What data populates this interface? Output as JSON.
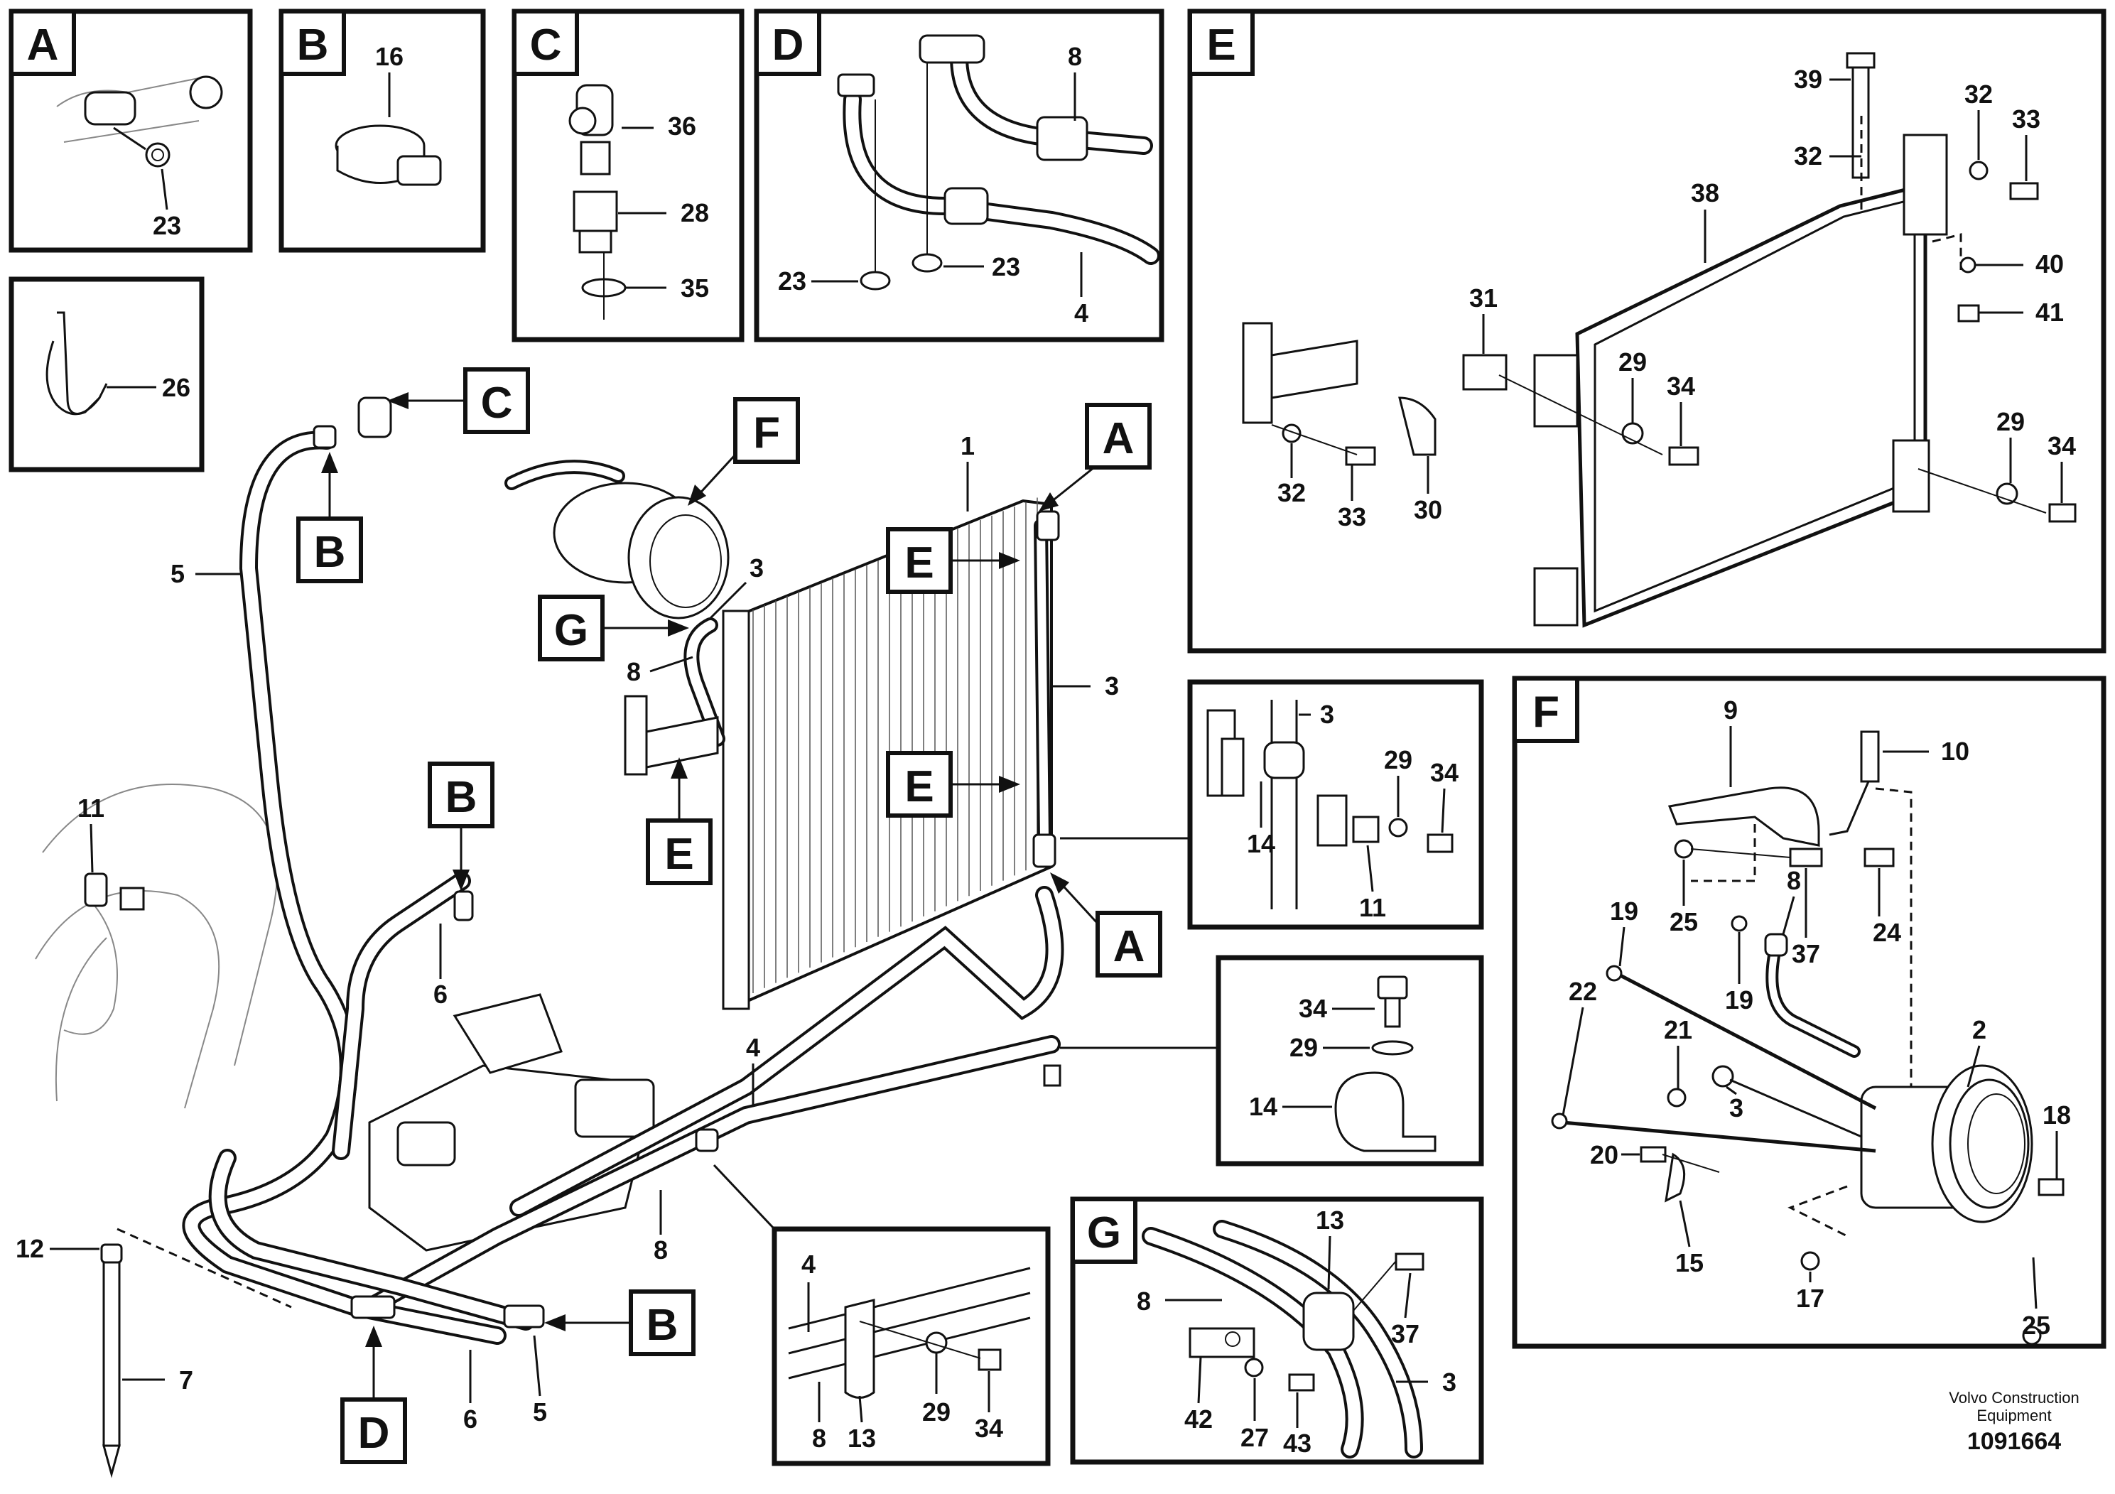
{
  "panels": {
    "A": {
      "tag": "A",
      "labels": [
        "23"
      ]
    },
    "B": {
      "tag": "B",
      "labels": [
        "16"
      ]
    },
    "C": {
      "tag": "C",
      "labels": [
        "36",
        "28",
        "35"
      ]
    },
    "D": {
      "tag": "D",
      "labels": [
        "8",
        "23",
        "23",
        "4"
      ]
    },
    "E": {
      "tag": "E",
      "labels": [
        "39",
        "32",
        "33",
        "32",
        "38",
        "40",
        "41",
        "31",
        "29",
        "34",
        "32",
        "33",
        "30",
        "29",
        "34"
      ]
    },
    "F": {
      "tag": "F",
      "labels": [
        "9",
        "10",
        "25",
        "37",
        "24",
        "19",
        "8",
        "19",
        "22",
        "21",
        "3",
        "2",
        "18",
        "20",
        "15",
        "17",
        "25"
      ]
    },
    "G": {
      "tag": "G",
      "labels": [
        "13",
        "8",
        "37",
        "42",
        "27",
        "43",
        "3"
      ]
    },
    "tie": {
      "labels": [
        "26"
      ]
    },
    "clampE": {
      "labels": [
        "3",
        "29",
        "34",
        "14",
        "11"
      ]
    },
    "bracket": {
      "labels": [
        "34",
        "29",
        "14"
      ]
    },
    "clampG": {
      "labels": [
        "4",
        "8",
        "13",
        "29",
        "34"
      ]
    }
  },
  "callouts": [
    "C",
    "B",
    "F",
    "E",
    "G",
    "E",
    "E",
    "A",
    "A",
    "B",
    "B",
    "D"
  ],
  "main_labels": [
    "1",
    "3",
    "3",
    "8",
    "5",
    "11",
    "6",
    "4",
    "8",
    "12",
    "7",
    "6",
    "5"
  ],
  "footer": {
    "company": "Volvo Construction",
    "company2": "Equipment",
    "doc_number": "1091664"
  }
}
